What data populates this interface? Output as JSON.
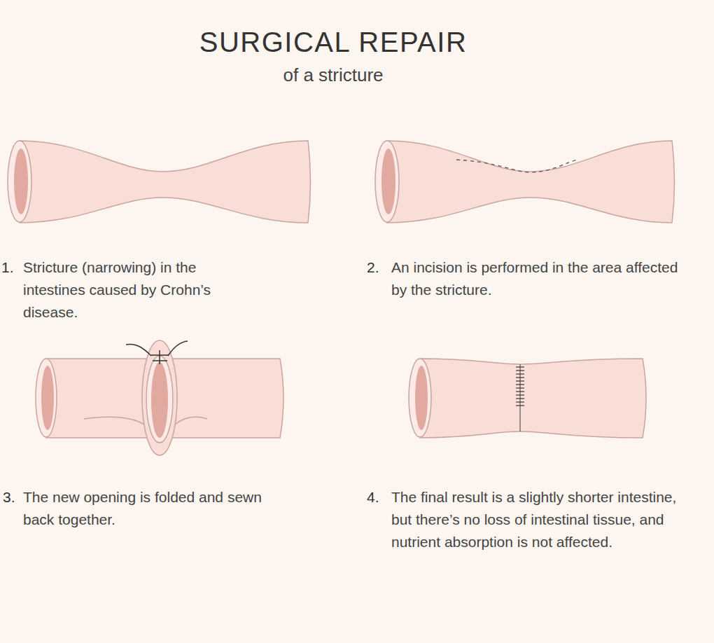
{
  "diagram": {
    "title": "SURGICAL REPAIR",
    "labels": [
      "of a stricture",
      "1.",
      "Stricture (narrowing) in the intestines caused by Crohn’s disease.",
      "2.",
      "An incision is performed in the area affected by the stricture.",
      "3.",
      "The new opening is folded and sewn back together.",
      "4.",
      "The final result is a slightly shorter intestine, but there’s no loss of intestinal tissue, and nutrient absorption is not affected."
    ]
  }
}
